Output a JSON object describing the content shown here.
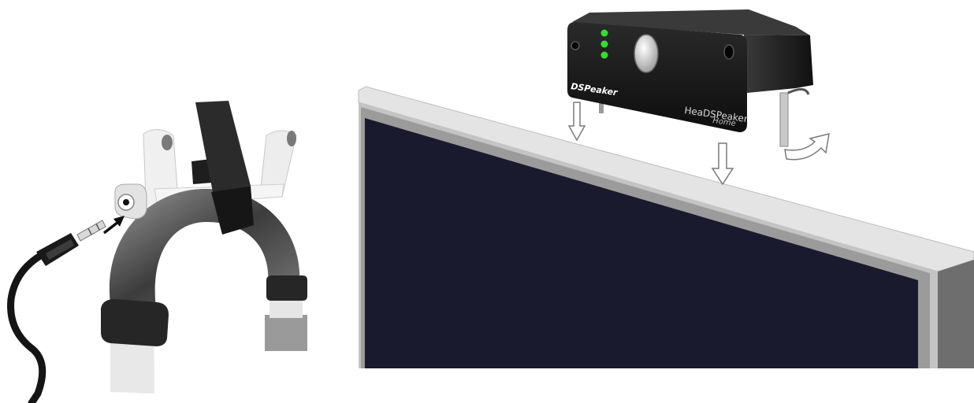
{
  "device": {
    "brand_logo": "DSPeaker",
    "product_name": "HeaDSPeaker",
    "product_variant": "Home",
    "led_count": 3,
    "led_color": "#33dd33",
    "body_color": "#1a1a1a"
  },
  "display": {
    "screen_color": "#1a1a2e",
    "frame_color": "#b5b5b5",
    "frame_highlight": "#e6e6e6"
  },
  "headset": {
    "band_color": "#5a5a5a",
    "pad_color": "#2a2a2a",
    "strap_color": "#222222"
  },
  "icons": [
    "arrow-down-icon",
    "arrow-curved-icon",
    "arrow-insert-icon"
  ]
}
